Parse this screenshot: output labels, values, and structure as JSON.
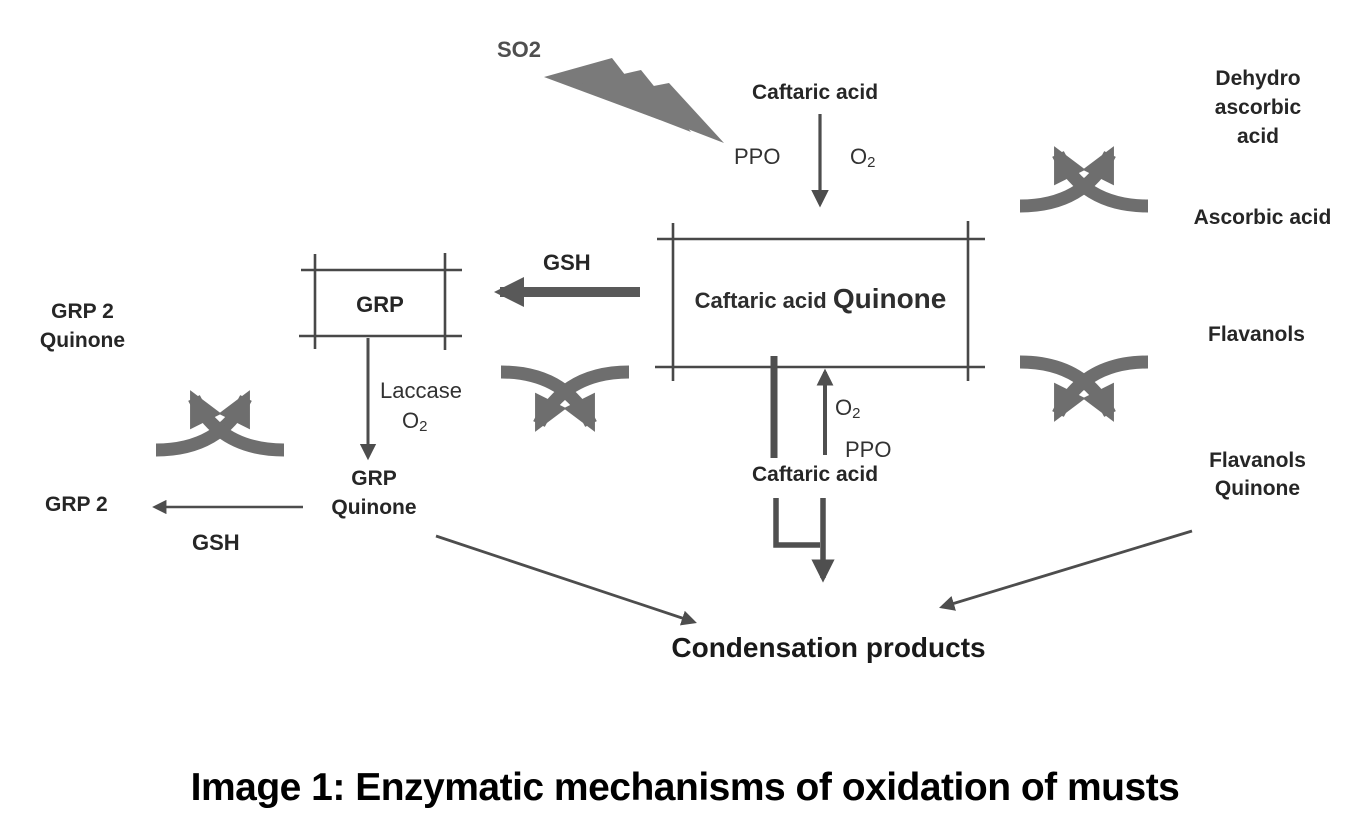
{
  "caption": "Image 1: Enzymatic mechanisms of oxidation of musts",
  "labels": {
    "so2": "SO2",
    "caftaric_top": "Caftaric acid",
    "ppo_top": "PPO",
    "o2_top": {
      "base": "O",
      "sub": "2"
    },
    "dehydro_ascorbic": "Dehydro\nascorbic\nacid",
    "ascorbic": "Ascorbic acid",
    "quinone_box": {
      "small": "Caftaric acid ",
      "big": "Quinone"
    },
    "gsh_top": "GSH",
    "grp": "GRP",
    "grp2_quinone": "GRP 2\nQuinone",
    "laccase": "Laccase",
    "o2_laccase": {
      "base": "O",
      "sub": "2"
    },
    "grp_quinone": "GRP\nQuinone",
    "grp2": "GRP 2",
    "gsh_bottom": "GSH",
    "o2_center": {
      "base": "O",
      "sub": "2"
    },
    "ppo_center": "PPO",
    "caftaric_center": "Caftaric acid",
    "flavanols": "Flavanols",
    "flavanols_quinone": "Flavanols\nQuinone",
    "condensation": "Condensation products"
  },
  "icons": {
    "lightning": "lightning-bolt",
    "exchange": "crossed-exchange-arrows"
  },
  "colors": {
    "line_dark": "#484848",
    "arrow_dark": "#4d4d4d",
    "arrow_thick": "#595959",
    "icon_gray": "#6e6e6e",
    "bolt_gray": "#7a7a7a",
    "text_dark": "#262626",
    "caption_black": "#000000"
  }
}
